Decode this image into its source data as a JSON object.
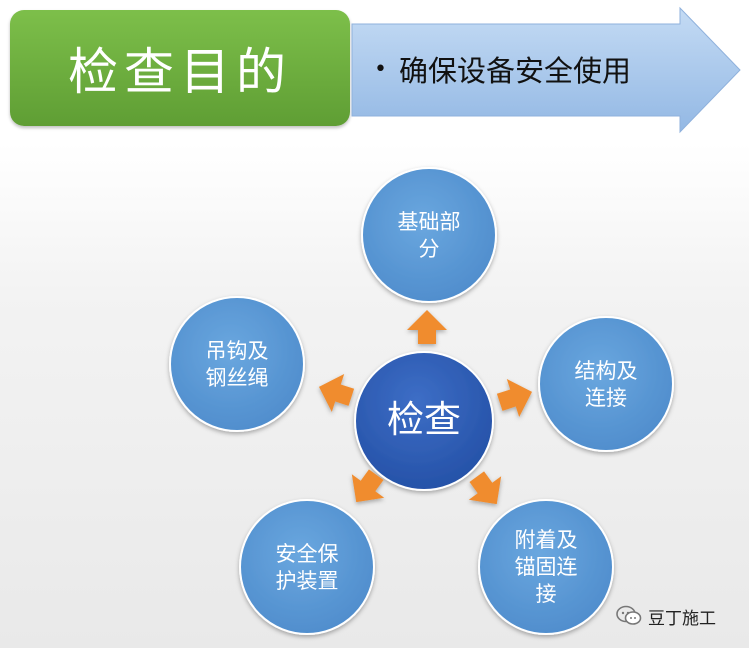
{
  "header": {
    "title": "检查目的",
    "purpose": "确保设备安全使用",
    "bullet": "•"
  },
  "center": {
    "label": "检查"
  },
  "nodes": [
    {
      "lines": [
        "基础部",
        "分"
      ]
    },
    {
      "lines": [
        "结构及",
        "连接"
      ]
    },
    {
      "lines": [
        "附着及",
        "锚固连",
        "接"
      ]
    },
    {
      "lines": [
        "安全保",
        "护装置"
      ]
    },
    {
      "lines": [
        "吊钩及",
        "钢丝绳"
      ]
    }
  ],
  "watermark": {
    "text": "豆丁施工"
  },
  "colors": {
    "header_green": "#6aab3c",
    "banner_blue": "#a9c9ec",
    "center_blue": "#2e5fb8",
    "node_blue": "#5b9bd5",
    "arrow_orange": "#f08c2e"
  }
}
